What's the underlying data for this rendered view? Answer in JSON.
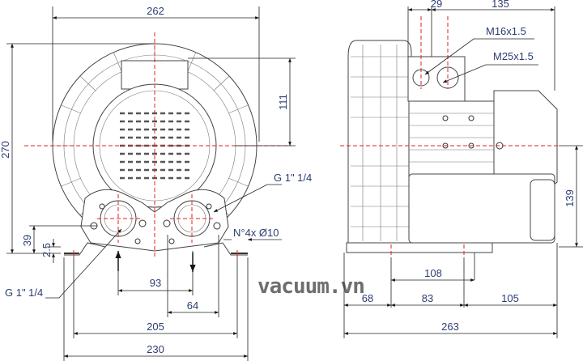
{
  "watermark": "vacuum.vn",
  "front_view": {
    "dimensions": {
      "overall_width": "262",
      "overall_height": "270",
      "center_to_motor_top": "111",
      "flange_height": "39",
      "foot_thickness": "2.5",
      "port_spacing": "93",
      "foot_hole_inner": "64",
      "foot_hole_spacing": "205",
      "foot_width": "230"
    },
    "labels": {
      "outlet_thread": "G 1\" 1/4",
      "inlet_thread": "G 1\" 1/4",
      "mounting_holes": "N°4x Ø10"
    }
  },
  "side_view": {
    "dimensions": {
      "cable_gland_offset": "29",
      "gland_to_end": "135",
      "center_height": "139",
      "foot_hole_spacing": "108",
      "front_to_hole": "68",
      "hole_to_hole": "83",
      "hole_to_end": "105",
      "overall_length": "263"
    },
    "labels": {
      "small_gland": "M16x1.5",
      "large_gland": "M25x1.5"
    }
  }
}
